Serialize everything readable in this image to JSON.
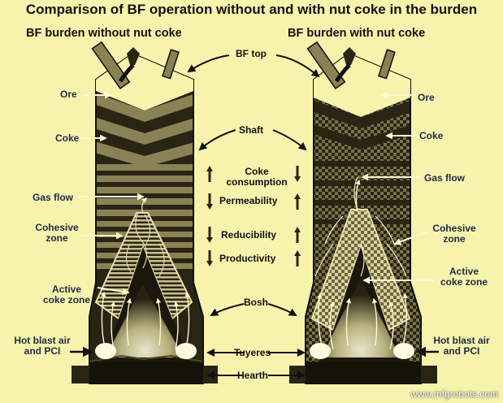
{
  "title": "Comparison of BF operation without and with nut coke in the burden",
  "left_heading": "BF burden without nut coke",
  "right_heading": "BF burden with nut coke",
  "labels": {
    "bf_top": "BF top",
    "shaft": "Shaft",
    "bosh": "Bosh",
    "tuyeres": "Tuyeres",
    "hearth": "Hearth",
    "ore_left": "Ore",
    "coke_left": "Coke",
    "gas_flow_left": "Gas flow",
    "cohesive_left_1": "Cohesive",
    "cohesive_left_2": "zone",
    "active_left_1": "Active",
    "active_left_2": "coke zone",
    "hotblast_left_1": "Hot blast air",
    "hotblast_left_2": "and PCI",
    "ore_right": "Ore",
    "coke_right": "Coke",
    "gas_flow_right": "Gas flow",
    "cohesive_right_1": "Cohesive",
    "cohesive_right_2": "zone",
    "active_right_1": "Active",
    "active_right_2": "coke zone",
    "hotblast_right_1": "Hot blast air",
    "hotblast_right_2": "and PCI"
  },
  "comparison": [
    {
      "text_1": "Coke",
      "text_2": "consumption",
      "left_dir": "up",
      "right_dir": "down"
    },
    {
      "text_1": "Permeability",
      "text_2": "",
      "left_dir": "down",
      "right_dir": "up"
    },
    {
      "text_1": "Reducibility",
      "text_2": "",
      "left_dir": "down",
      "right_dir": "up"
    },
    {
      "text_1": "Productivity",
      "text_2": "",
      "left_dir": "down",
      "right_dir": "up"
    }
  ],
  "watermark": "www.mfgrobots.com",
  "colors": {
    "background": "#f7f3ad",
    "furnace": "#2a2415",
    "ore_layer": "#8a8155",
    "label_text": "#1c2a44"
  }
}
